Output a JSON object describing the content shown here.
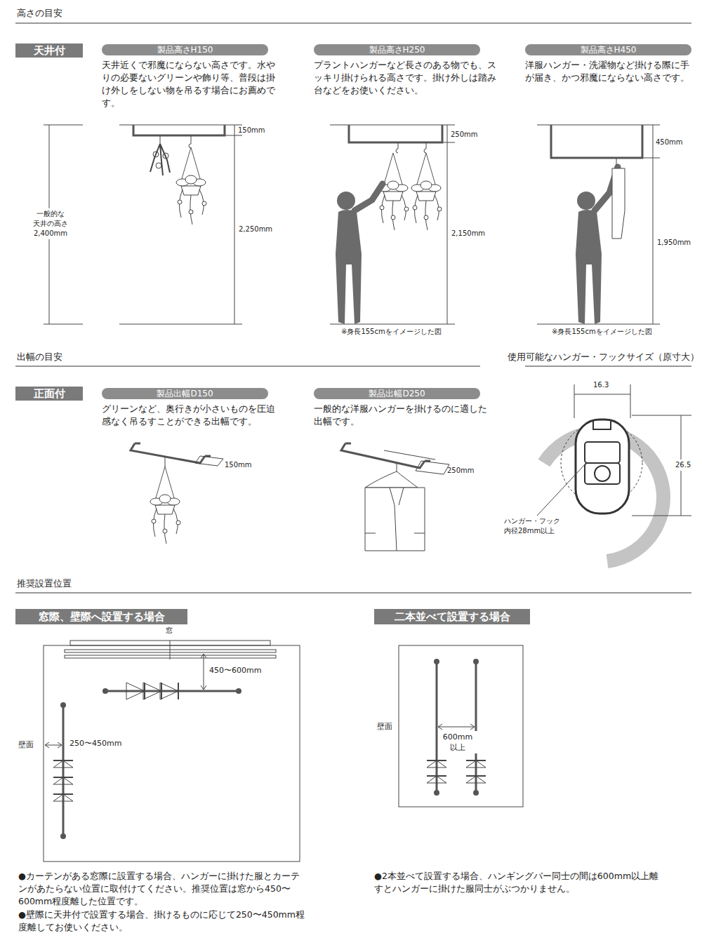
{
  "diagram": {
    "nodes": [
      {
        "text": [
          "天井付"
        ]
      },
      {
        "text": [
          "製品高さH150"
        ]
      },
      {
        "text": [
          "製品高さH250"
        ]
      },
      {
        "text": [
          "製品高さH450"
        ]
      },
      {
        "text": [
          "正面付"
        ]
      },
      {
        "text": [
          "製品出幅D150"
        ]
      },
      {
        "text": [
          "製品出幅D250"
        ]
      },
      {
        "text": [
          "窓際、壁際へ設置する場合"
        ]
      },
      {
        "text": [
          "二本並べて設置する場合"
        ]
      }
    ],
    "labels": [
      "高さの目安",
      "天井近くで邪魔にならない高さです。水やりの必要ないグリーンや飾り等、普段は掛け外しをしない物を吊るす場合にお薦めです。",
      "プラントハンガーなど長さのある物でも、スッキリ掛けられる高さです。掛け外しは踏み台などをお使いください。",
      "洋服ハンガー・洗濯物など掛ける際に手が届き、かつ邪魔にならない高さです。",
      "150mm",
      "2,250mm",
      "一般的な 天井の高さ 2,400mm",
      "250mm",
      "2,150mm",
      "※身長155cmをイメージした図",
      "450mm",
      "1,950mm",
      "※身長155cmをイメージした図",
      "出幅の目安",
      "使用可能なハンガー・フックサイズ（原寸大）",
      "グリーンなど、奥行きが小さいものを圧迫感なく吊るすことができる出幅です。",
      "一般的な洋服ハンガーを掛けるのに適した出幅です。",
      "150mm",
      "250mm",
      "16.3",
      "26.5",
      "ハンガー・フック 内径28mm以上",
      "推奨設置位置",
      "窓",
      "450〜600mm",
      "壁面",
      "250〜450mm",
      "壁面",
      "600mm 以上",
      "●カーテンがある窓際に設置する場合、ハンガーに掛けた服とカーテンがあたらない位置に取付けてください。推奨位置は窓から450〜600mm程度離した位置です。",
      "●壁際に天井付で設置する場合、掛けるものに応じて250〜450mm程度離してお使いください。",
      "●2本並べて設置する場合、ハンギングバー同士の間は600mm以上離すとハンガーに掛けた服同士がぶつかりません。"
    ]
  }
}
